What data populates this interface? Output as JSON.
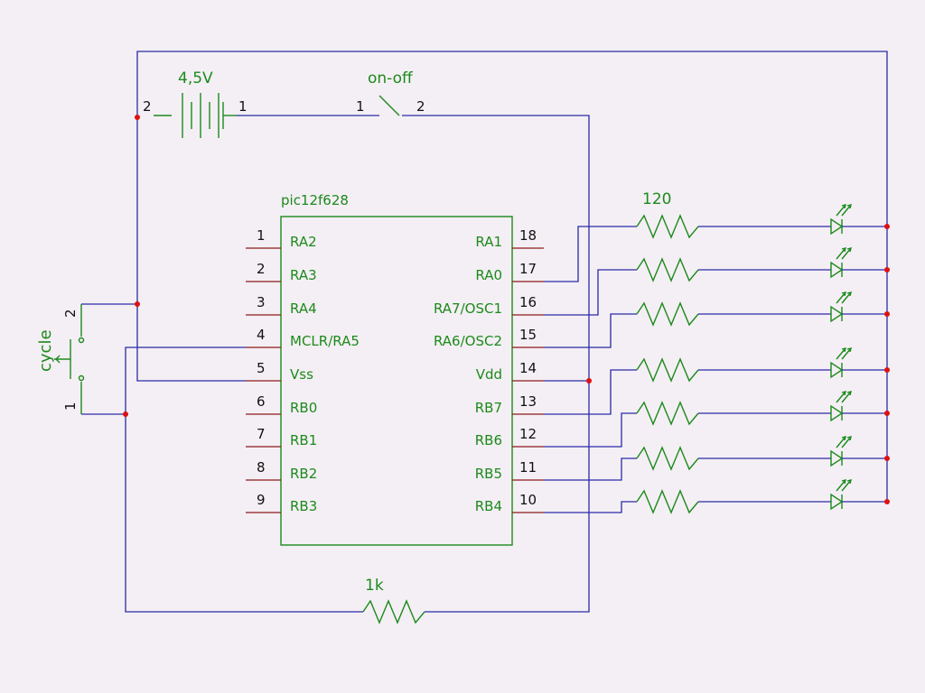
{
  "battery": {
    "label": "4,5V",
    "pin_left": "2",
    "pin_right": "1"
  },
  "switch_on_off": {
    "label": "on-off",
    "pin_left": "1",
    "pin_right": "2"
  },
  "chip": {
    "name": "pic12f628",
    "left_pins": [
      {
        "num": "1",
        "label": "RA2"
      },
      {
        "num": "2",
        "label": "RA3"
      },
      {
        "num": "3",
        "label": "RA4"
      },
      {
        "num": "4",
        "label": "MCLR/RA5"
      },
      {
        "num": "5",
        "label": "Vss"
      },
      {
        "num": "6",
        "label": "RB0"
      },
      {
        "num": "7",
        "label": "RB1"
      },
      {
        "num": "8",
        "label": "RB2"
      },
      {
        "num": "9",
        "label": "RB3"
      }
    ],
    "right_pins": [
      {
        "num": "18",
        "label": "RA1"
      },
      {
        "num": "17",
        "label": "RA0"
      },
      {
        "num": "16",
        "label": "RA7/OSC1"
      },
      {
        "num": "15",
        "label": "RA6/OSC2"
      },
      {
        "num": "14",
        "label": "Vdd"
      },
      {
        "num": "13",
        "label": "RB7"
      },
      {
        "num": "12",
        "label": "RB6"
      },
      {
        "num": "11",
        "label": "RB5"
      },
      {
        "num": "10",
        "label": "RB4"
      }
    ]
  },
  "resistor_led": {
    "label": "120"
  },
  "resistor_pullup": {
    "label": "1k"
  },
  "button_cycle": {
    "label": "cycle",
    "pin_top": "2",
    "pin_bottom": "1"
  },
  "colors": {
    "wire": "#2a2aa8",
    "symbol": "#1c8a1c",
    "junction": "#dd1111",
    "background": "#f4eff4"
  }
}
